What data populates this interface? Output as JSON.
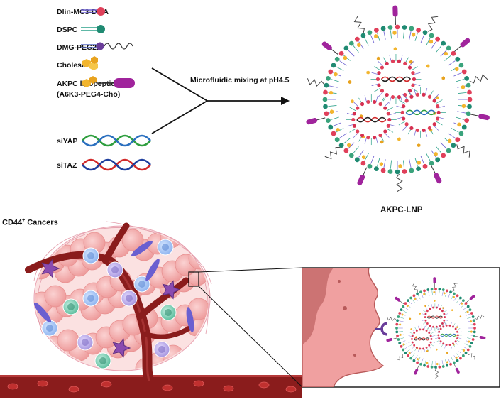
{
  "legend": {
    "items": [
      {
        "label": "Dlin-MC3-DMA",
        "icon": "lipid-red-head-icon",
        "color": "#e0405a"
      },
      {
        "label": "DSPC",
        "icon": "lipid-teal-head-icon",
        "color": "#1f8a72"
      },
      {
        "label": "DMG-PEG2K",
        "icon": "peg-lipid-purple-head-icon",
        "color": "#6a3d9a"
      },
      {
        "label": "Cholesterol",
        "icon": "cholesterol-icon",
        "color": "#f2b52e"
      },
      {
        "label": "AKPC lipopeptide",
        "sublabel": "(A6K3-PEG4-Cho)",
        "icon": "akpc-lipopeptide-icon",
        "color": "#a0249c"
      }
    ],
    "sirna": [
      {
        "label": "siYAP",
        "icon": "siyap-helix-icon",
        "colors": [
          "#2e9e3e",
          "#2a6fbf"
        ]
      },
      {
        "label": "siTAZ",
        "icon": "sitaz-helix-icon",
        "colors": [
          "#d22a2a",
          "#1f3f9e"
        ]
      }
    ]
  },
  "process": {
    "label": "Microfluidic mixing at pH4.5"
  },
  "nanoparticle": {
    "label": "AKPC-LNP"
  },
  "tumor": {
    "label_main": "CD44",
    "label_sup": "+",
    "label_rest": " Cancers"
  },
  "colors": {
    "vessel": "#8a1c1c",
    "cell": "#f0a0a0",
    "membrane": "#e8878a",
    "peg": "#a0249c"
  }
}
